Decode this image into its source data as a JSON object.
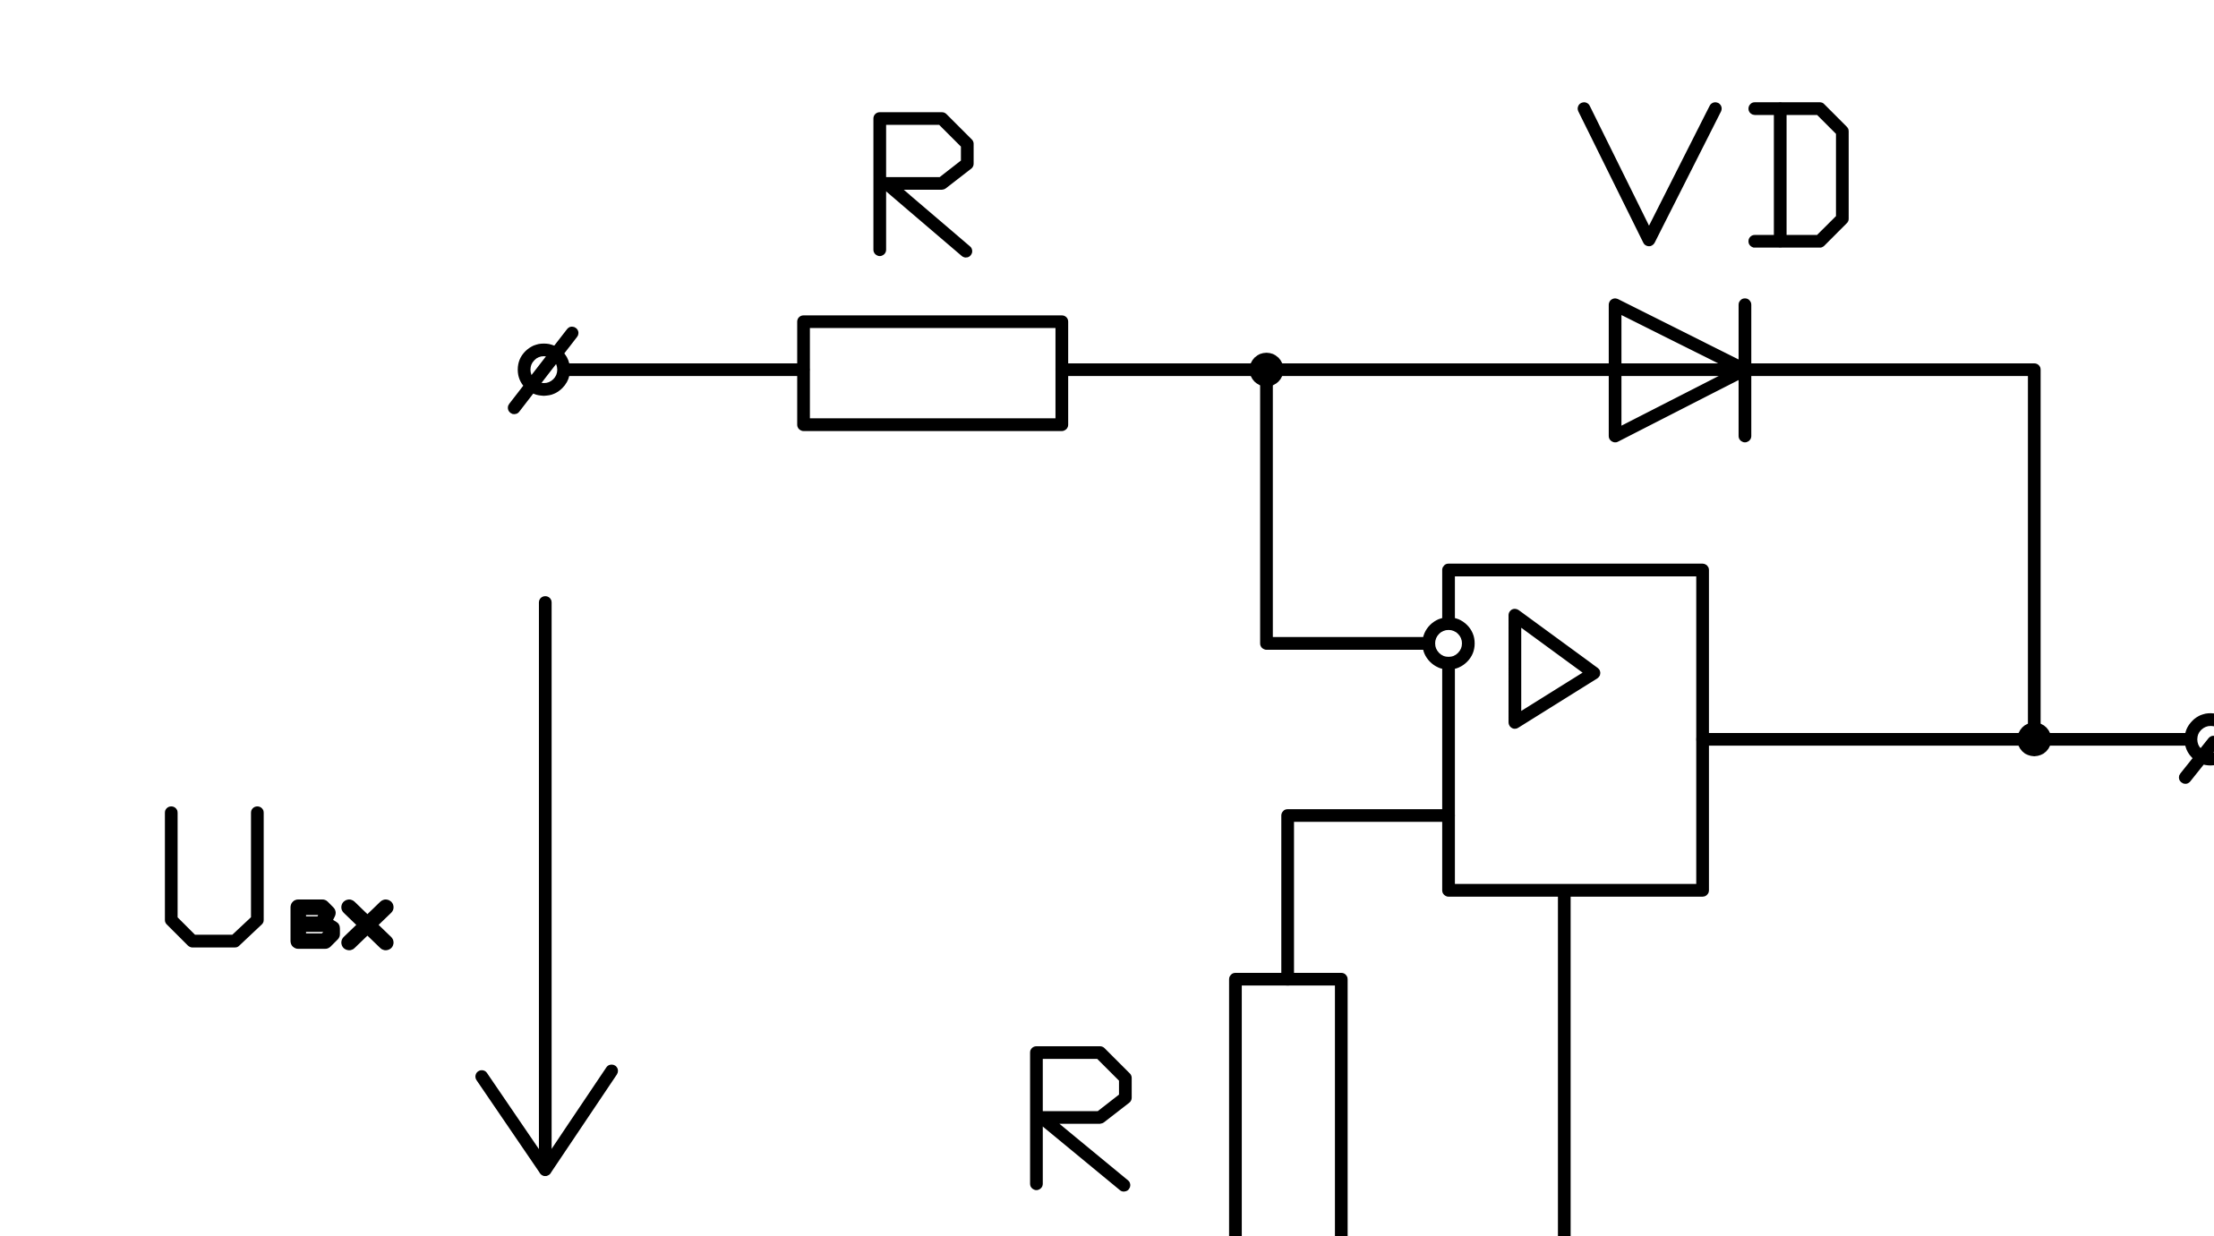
{
  "diagram": {
    "type": "circuit-schematic",
    "labels": {
      "input_resistor": "R",
      "diode": "VD",
      "ground_resistor": "R",
      "input_voltage": "U",
      "input_voltage_subscript": "вх"
    },
    "colors": {
      "background": "#ffffff",
      "ink": "#000000"
    }
  }
}
